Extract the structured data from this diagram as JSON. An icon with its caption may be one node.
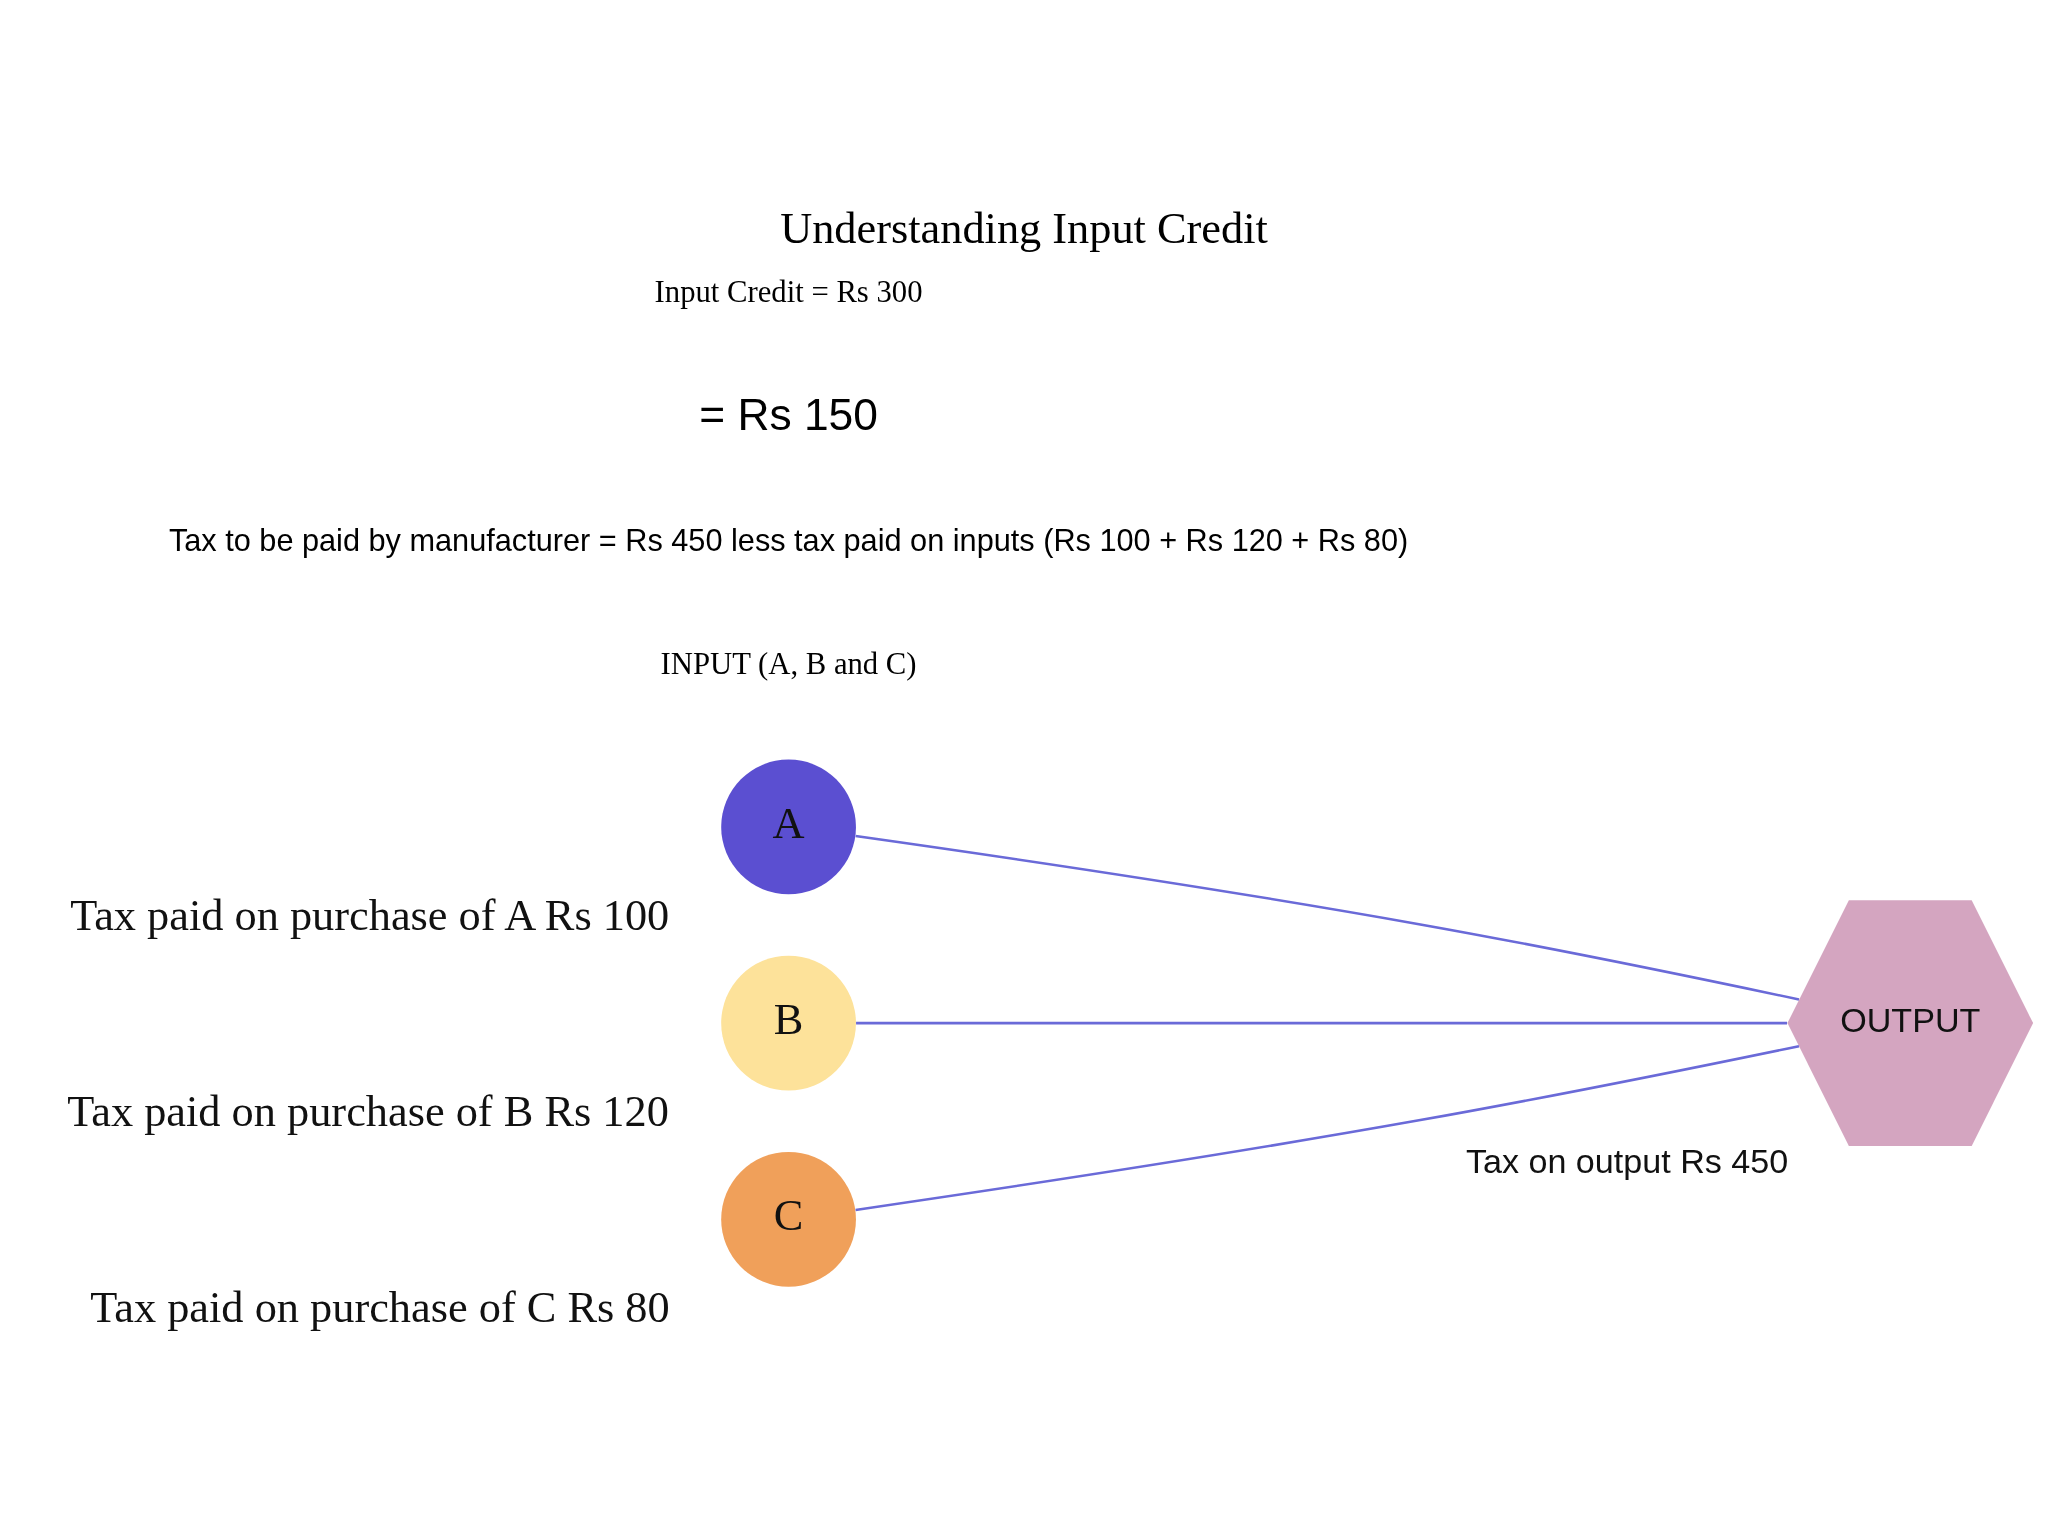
{
  "diagram": {
    "title": "Understanding Input Credit",
    "nodes": [
      {
        "text": [
          "A"
        ],
        "beside": [
          "Tax paid on purchase of A Rs 100"
        ]
      },
      {
        "text": [
          "B"
        ],
        "beside": [
          "Tax paid on purchase of B Rs 120"
        ]
      },
      {
        "text": [
          "C"
        ],
        "beside": [
          "Tax paid on purchase of C Rs 80"
        ]
      },
      {
        "text": [
          "OUTPUT"
        ],
        "beside": [
          "Tax on output Rs 450"
        ]
      }
    ],
    "edges": [
      {
        "from": 0,
        "to": 3,
        "arrow": "none"
      },
      {
        "from": 1,
        "to": 3,
        "arrow": "none"
      },
      {
        "from": 2,
        "to": 3,
        "arrow": "none"
      }
    ],
    "labels": [
      "INPUT (A, B and C)",
      "Tax to be paid by manufacturer = Rs 450 less tax paid on inputs (Rs 100 + Rs 120 + Rs 80)",
      "= Rs 150",
      "Input Credit = Rs 300"
    ]
  }
}
